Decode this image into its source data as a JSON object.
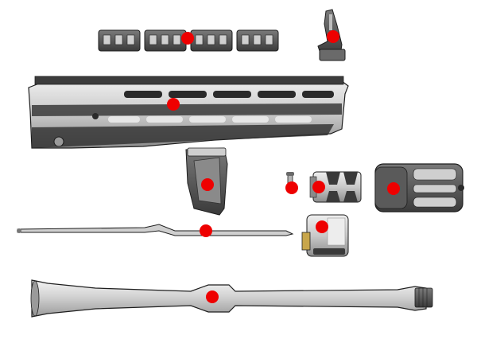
{
  "colors": {
    "background": "#ffffff",
    "metal_light": "#dcdcdc",
    "metal_mid": "#a9a9a9",
    "metal_dark": "#4a4a4a",
    "outline": "#1e1e1e",
    "hotspot": "#ee0000",
    "accent_gold": "#c8a64b"
  },
  "parts": [
    {
      "id": "rail-sections",
      "icon": "picatinny-rail-sections-icon",
      "has_hotspot": true
    },
    {
      "id": "flip-up-sight",
      "icon": "flip-up-sight-icon",
      "has_hotspot": true
    },
    {
      "id": "handguard",
      "icon": "mlok-handguard-icon",
      "has_hotspot": true
    },
    {
      "id": "hand-stop",
      "icon": "angled-hand-stop-icon",
      "has_hotspot": true
    },
    {
      "id": "gas-tube-pin",
      "icon": "roll-pin-icon",
      "has_hotspot": true
    },
    {
      "id": "flash-hider",
      "icon": "flash-hider-icon",
      "has_hotspot": true
    },
    {
      "id": "muzzle-brake",
      "icon": "muzzle-brake-icon",
      "has_hotspot": true
    },
    {
      "id": "gas-tube",
      "icon": "gas-tube-icon",
      "has_hotspot": true
    },
    {
      "id": "gas-block",
      "icon": "gas-block-icon",
      "has_hotspot": true
    },
    {
      "id": "barrel",
      "icon": "barrel-icon",
      "has_hotspot": true
    }
  ]
}
